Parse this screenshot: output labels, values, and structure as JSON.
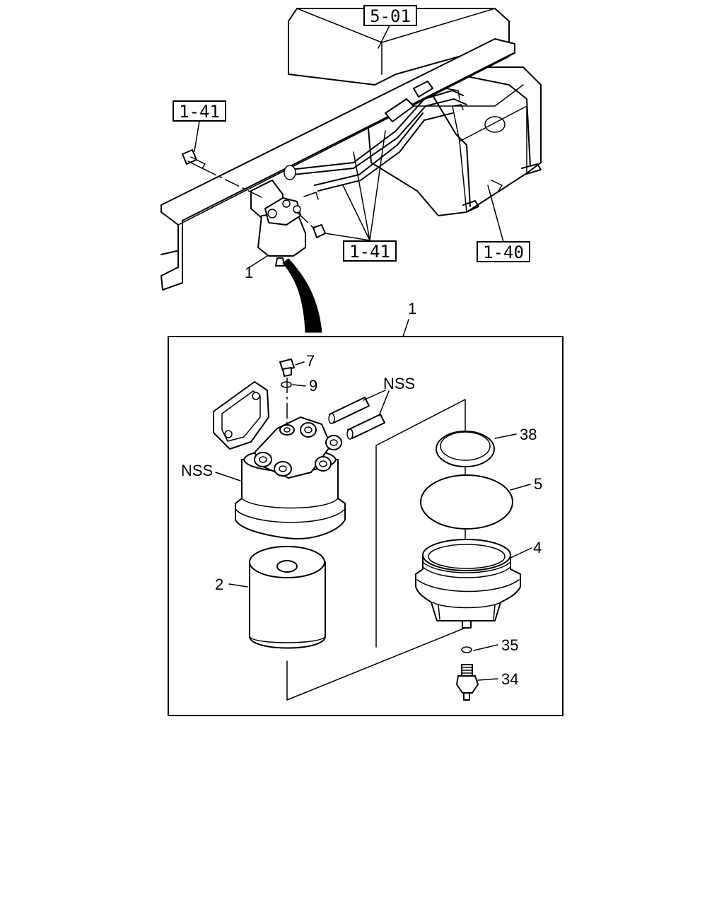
{
  "references": {
    "frame": "5-01",
    "bolt": "1-41",
    "fuel_lines": "1-41",
    "tank": "1-40"
  },
  "callouts": {
    "assembly_overview": "1",
    "assembly_detail": "1",
    "plug": "7",
    "plug_washer": "9",
    "hose_fittings": "NSS",
    "filter_head": "NSS",
    "seal_ring": "38",
    "gasket": "5",
    "bowl": "4",
    "element": "2",
    "o_ring": "35",
    "drain_valve": "34"
  }
}
